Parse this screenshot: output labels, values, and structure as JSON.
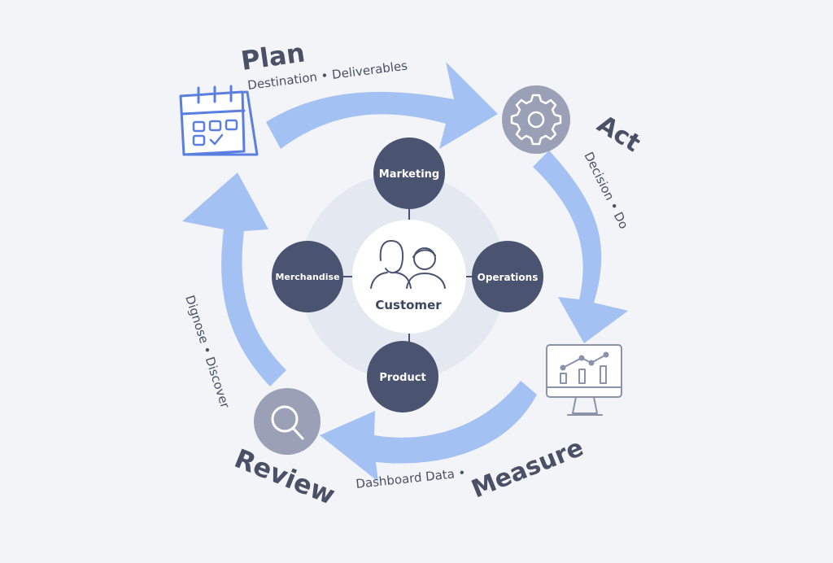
{
  "center": {
    "label": "Customer",
    "icon": "customers-icon"
  },
  "nodes": {
    "top": "Marketing",
    "left": "Merchandise",
    "right": "Operations",
    "bottom": "Product"
  },
  "stages": {
    "plan": {
      "title": "Plan",
      "sub": "Destination • Deliverables",
      "icon": "calendar-icon"
    },
    "act": {
      "title": "Act",
      "sub": "Decision • Do",
      "icon": "gear-icon"
    },
    "measure": {
      "title": "Measure",
      "sub": "Dashboard Data •",
      "icon": "monitor-chart-icon"
    },
    "review": {
      "title": "Review",
      "sub": "Dignose • Discover",
      "icon": "magnifier-icon"
    }
  },
  "colors": {
    "background": "#f3f4f7",
    "arrow": "#a4c1f4",
    "node": "#4a5471",
    "stage_circle": "#9aa1b6",
    "halo": "#e3e8f1",
    "icon_blue": "#5a7fe0",
    "text": "#4a5167"
  }
}
